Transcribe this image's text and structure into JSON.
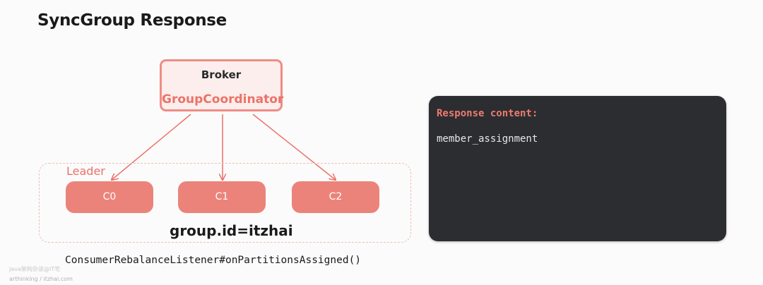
{
  "title": "SyncGroup Response",
  "broker": {
    "label": "Broker",
    "coordinator": "GroupCoordinator"
  },
  "group": {
    "leader_label": "Leader",
    "consumers": [
      "C0",
      "C1",
      "C2"
    ],
    "group_id": "group.id=itzhai"
  },
  "callback": "ConsumerRebalanceListener#onPartitionsAssigned()",
  "panel": {
    "title": "Response content:",
    "body": "member_assignment"
  },
  "watermark": {
    "line1": "Java架构杂谈@IT宅",
    "line2": "arthinking / itzhai.com"
  },
  "colors": {
    "accent": "#eb7269",
    "consumer_fill": "#ec837a",
    "broker_border": "#ef8c85",
    "panel_bg": "#2c2d30"
  }
}
